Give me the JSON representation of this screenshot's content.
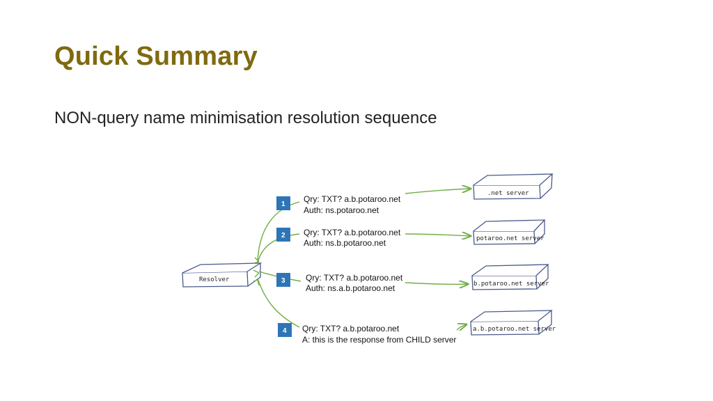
{
  "slide": {
    "title": "Quick Summary",
    "subtitle": "NON-query name minimisation resolution sequence"
  },
  "resolver": {
    "label": "Resolver"
  },
  "steps": [
    {
      "number": "1",
      "line1": "Qry: TXT?  a.b.potaroo.net",
      "line2": "Auth:  ns.potaroo.net",
      "server": ".net server"
    },
    {
      "number": "2",
      "line1": "Qry: TXT?  a.b.potaroo.net",
      "line2": "Auth:  ns.b.potaroo.net",
      "server": "potaroo.net server"
    },
    {
      "number": "3",
      "line1": "Qry: TXT?  a.b.potaroo.net",
      "line2": "Auth:  ns.a.b.potaroo.net",
      "server": "b.potaroo.net server"
    },
    {
      "number": "4",
      "line1": "Qry: TXT?  a.b.potaroo.net",
      "line2": "A:  this is the response from CHILD server",
      "server": "a.b.potaroo.net server"
    }
  ],
  "colors": {
    "title": "#7f6a0f",
    "badge": "#2e75b6",
    "arrow": "#70ad47",
    "sketch": "#4a5a8a"
  }
}
